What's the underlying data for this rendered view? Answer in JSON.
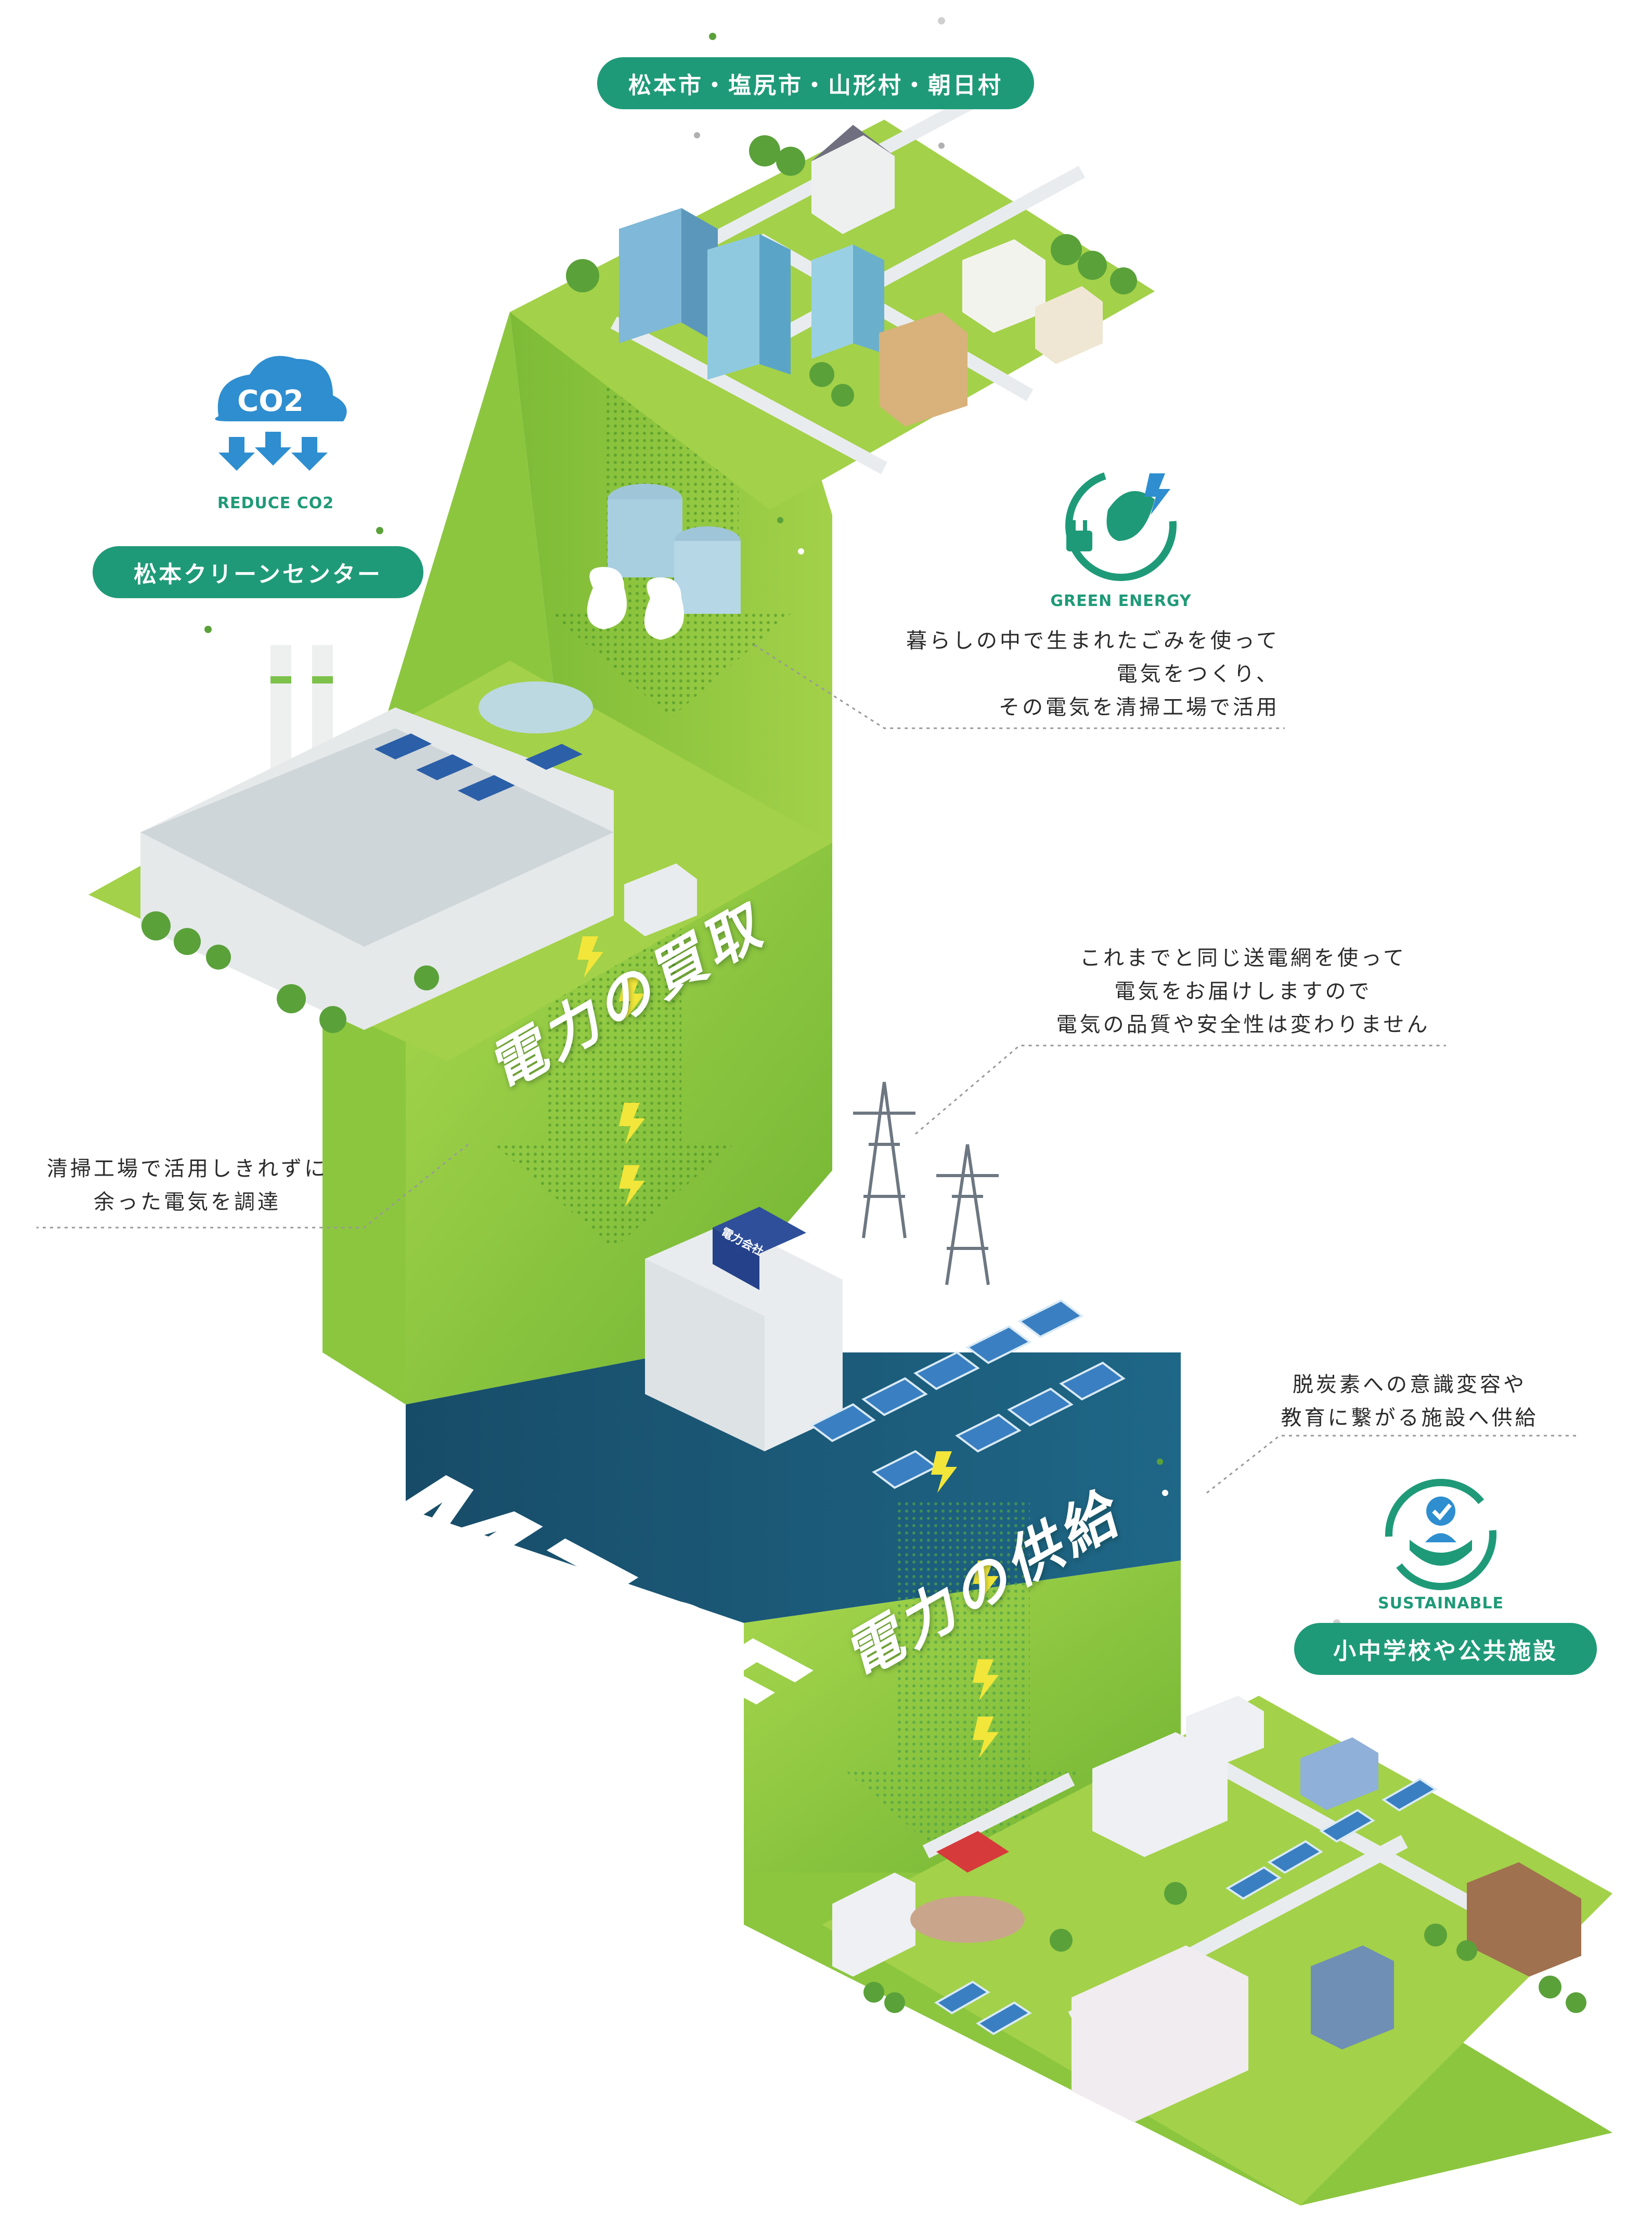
{
  "regions": {
    "city": "松本市・塩尻市・山形村・朝日村",
    "cleanCenter": "松本クリーンセンター",
    "schools": "小中学校や公共施設"
  },
  "badges": {
    "reduceCo2": {
      "icon": "co2-cloud-icon",
      "bubble": "CO2",
      "label": "REDUCE CO2"
    },
    "greenEnergy": {
      "icon": "plug-leaf-icon",
      "label": "GREEN ENERGY"
    },
    "sustainable": {
      "icon": "recycle-hands-icon",
      "label": "SUSTAINABLE"
    }
  },
  "captions": {
    "green": [
      "暮らしの中で生まれたごみを使って",
      "電気をつくり、",
      "その電気を清掃工場で活用"
    ],
    "grid": [
      "これまでと同じ送電網を使って",
      "電気をお届けしますので",
      "電気の品質や安全性は変わりません"
    ],
    "procure": [
      "清掃工場で活用しきれずに",
      "余った電気を調達"
    ],
    "supply": [
      "脱炭素への意識変容や",
      "教育に繋がる施設へ供給"
    ]
  },
  "flow": {
    "purchase": "電力の買取",
    "supply": "電力の供給",
    "center": "MZCE",
    "companySign": "電力会社"
  },
  "colors": {
    "brand": "#1f9a78",
    "green": "#8cc63f",
    "greenLight": "#a3d149",
    "greenDark": "#5e9c2a",
    "navy": "#1c5876",
    "bolt": "#f2e63a"
  }
}
